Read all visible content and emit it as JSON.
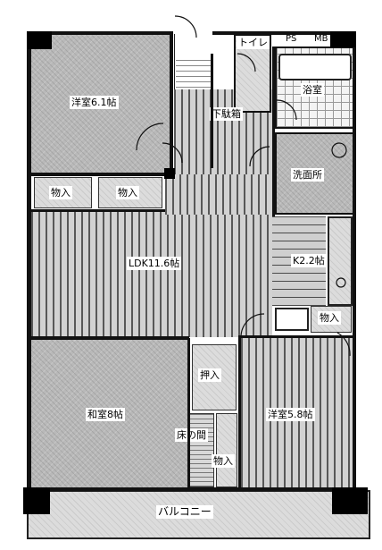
{
  "rooms": {
    "western_room_1": "洋室6.1帖",
    "storage_1": "物入",
    "storage_2": "物入",
    "toilet": "トイレ",
    "ps": "PS",
    "mb": "MB",
    "bathroom": "浴室",
    "shoe_box": "下駄箱",
    "washroom": "洗面所",
    "ldk": "LDK11.6帖",
    "kitchen": "K2.2帖",
    "storage_3": "物入",
    "closet": "押入",
    "japanese_room": "和室8帖",
    "tokonoma": "床の間",
    "storage_4": "物入",
    "western_room_2": "洋室5.8帖",
    "balcony": "バルコニー"
  }
}
